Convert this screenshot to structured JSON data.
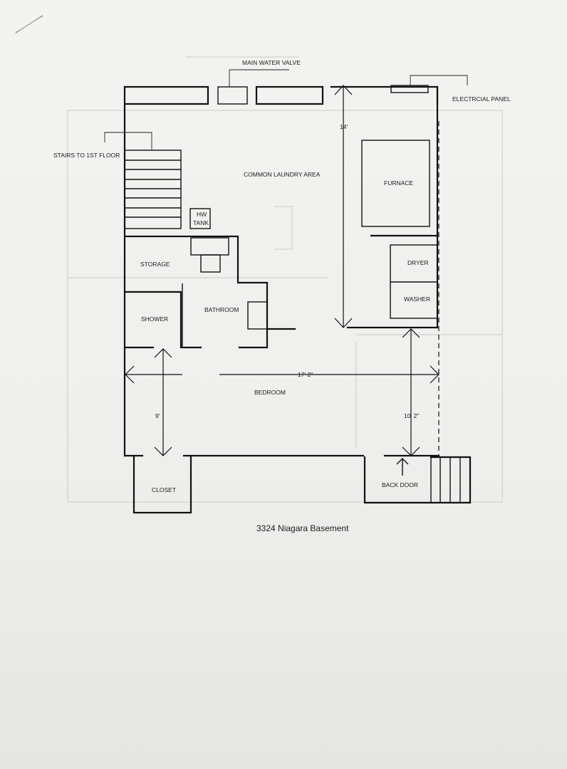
{
  "labels": {
    "main_water_valve": "MAIN WATER VALVE",
    "electrical_panel": "ELECTRCIAL PANEL",
    "stairs": "STAIRS TO 1ST FLOOR",
    "common_laundry": "COMMON LAUNDRY AREA",
    "furnace": "FURNACE",
    "hw_line1": "HW",
    "hw_line2": "TANK",
    "storage": "STORAGE",
    "dryer": "DRYER",
    "washer": "WASHER",
    "shower": "SHOWER",
    "bathroom": "BATHROOM",
    "bedroom": "BEDROOM",
    "closet": "CLOSET",
    "back_door": "BACK DOOR"
  },
  "dimensions": {
    "laundry_depth": "14'",
    "bedroom_width": "17' 2\"",
    "bedroom_depth_left": "9'",
    "bedroom_depth_right": "10' 2\""
  },
  "caption": "3324 Niagara Basement"
}
